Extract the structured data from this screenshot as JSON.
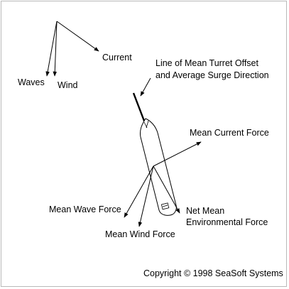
{
  "labels": {
    "waves": "Waves",
    "wind": "Wind",
    "current": "Current",
    "turret_line_1": "Line of Mean Turret Offset",
    "turret_line_2": "and Average Surge Direction",
    "mean_current_force": "Mean Current Force",
    "mean_wave_force": "Mean Wave Force",
    "mean_wind_force": "Mean Wind Force",
    "net_mean_1": "Net Mean",
    "net_mean_2": "Environmental Force",
    "copyright": "Copyright © 1998 SeaSoft Systems"
  },
  "colors": {
    "ink": "#000000",
    "border": "#b9b9b9",
    "background": "#ffffff"
  }
}
